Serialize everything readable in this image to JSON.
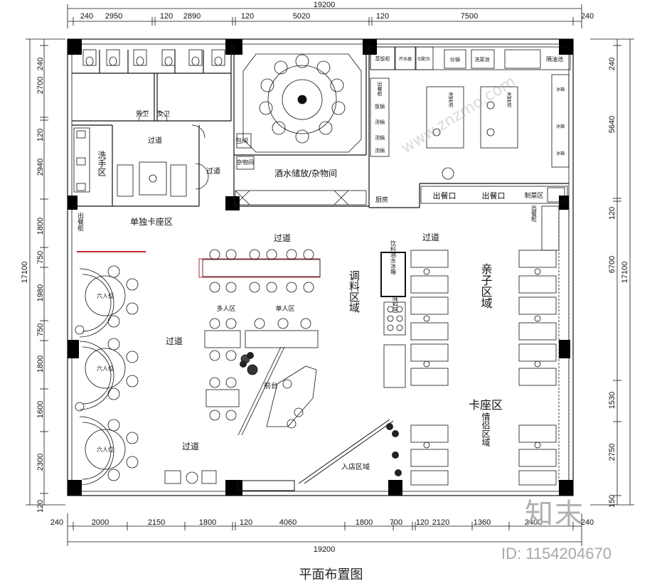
{
  "dims": {
    "top_total": "19200",
    "top_segments": [
      "240",
      "2950",
      "120",
      "2890",
      "120",
      "5020",
      "120",
      "7500",
      "240"
    ],
    "bottom_total": "19200",
    "bottom_segments": [
      "240",
      "2000",
      "2150",
      "1800",
      "120",
      "4060",
      "1800",
      "700",
      "120",
      "2120",
      "1360",
      "2400",
      "240"
    ],
    "left_total": "17100",
    "left_segments": [
      "240",
      "2700",
      "120",
      "2940",
      "1800",
      "750",
      "1980",
      "750",
      "1800",
      "1600",
      "2300",
      "120"
    ],
    "right_total": "17100",
    "right_segments": [
      "240",
      "5640",
      "120",
      "6700",
      "1530",
      "2750",
      "150"
    ]
  },
  "rooms": {
    "washroom_men": "男卫",
    "washroom_women": "女卫",
    "passage_top": "过道",
    "passage_small": "过道",
    "handwash": "洗手区",
    "private_room": "包间",
    "sundries": "杂物间",
    "storage": "酒水储放/杂物间",
    "kitchen_house": "厨房",
    "serving_window": "出餐口",
    "serving_window2": "出餐口",
    "prep_area": "制菜区",
    "booth_single": "单独卡座区",
    "serving_cabinet": "出餐柜",
    "passage_mid": "过道",
    "passage_right": "过道",
    "multi_zone": "多人区",
    "single_zone": "单人区",
    "seasoning": "调料区域",
    "parent_child": "亲子区域",
    "booth_zone": "卡座区",
    "couple_zone": "情侣区域",
    "reception": "前台",
    "passage_left": "过道",
    "passage_bottom": "过道",
    "entrance": "入店区域",
    "six_seat_1": "六人位",
    "six_seat_2": "六人位",
    "six_seat_3": "六人位",
    "drinks_fridge": "饮料酒水冰箱",
    "spice_zone": "味料区",
    "serving_cabinet2": "出餐柜"
  },
  "equipment": {
    "rice_cabinet": "蒸饭柜",
    "water_heater": "开水器",
    "chopping": "切配台",
    "wok": "炒锅",
    "dish_sink": "洗菜池",
    "oil_sink": "隔油池",
    "cabinet": "出餐柜",
    "soup_pot_1": "饭锅",
    "soup_pot_2": "汤锅",
    "soup_pot_3": "汤锅",
    "soup_pot_4": "汤锅",
    "wash_basin_1": "洗菜池",
    "wash_basin_2": "洗菜池",
    "fridge": "冰箱",
    "fridge2": "冰箱",
    "fridge3": "冰箱"
  },
  "caption": "平面布置图",
  "watermark": {
    "brand": "知末",
    "id": "ID: 1154204670",
    "site": "www.znzmo.com"
  },
  "colors": {
    "line": "#111111",
    "wall": "#000000",
    "accent_red": "#c0262d"
  }
}
